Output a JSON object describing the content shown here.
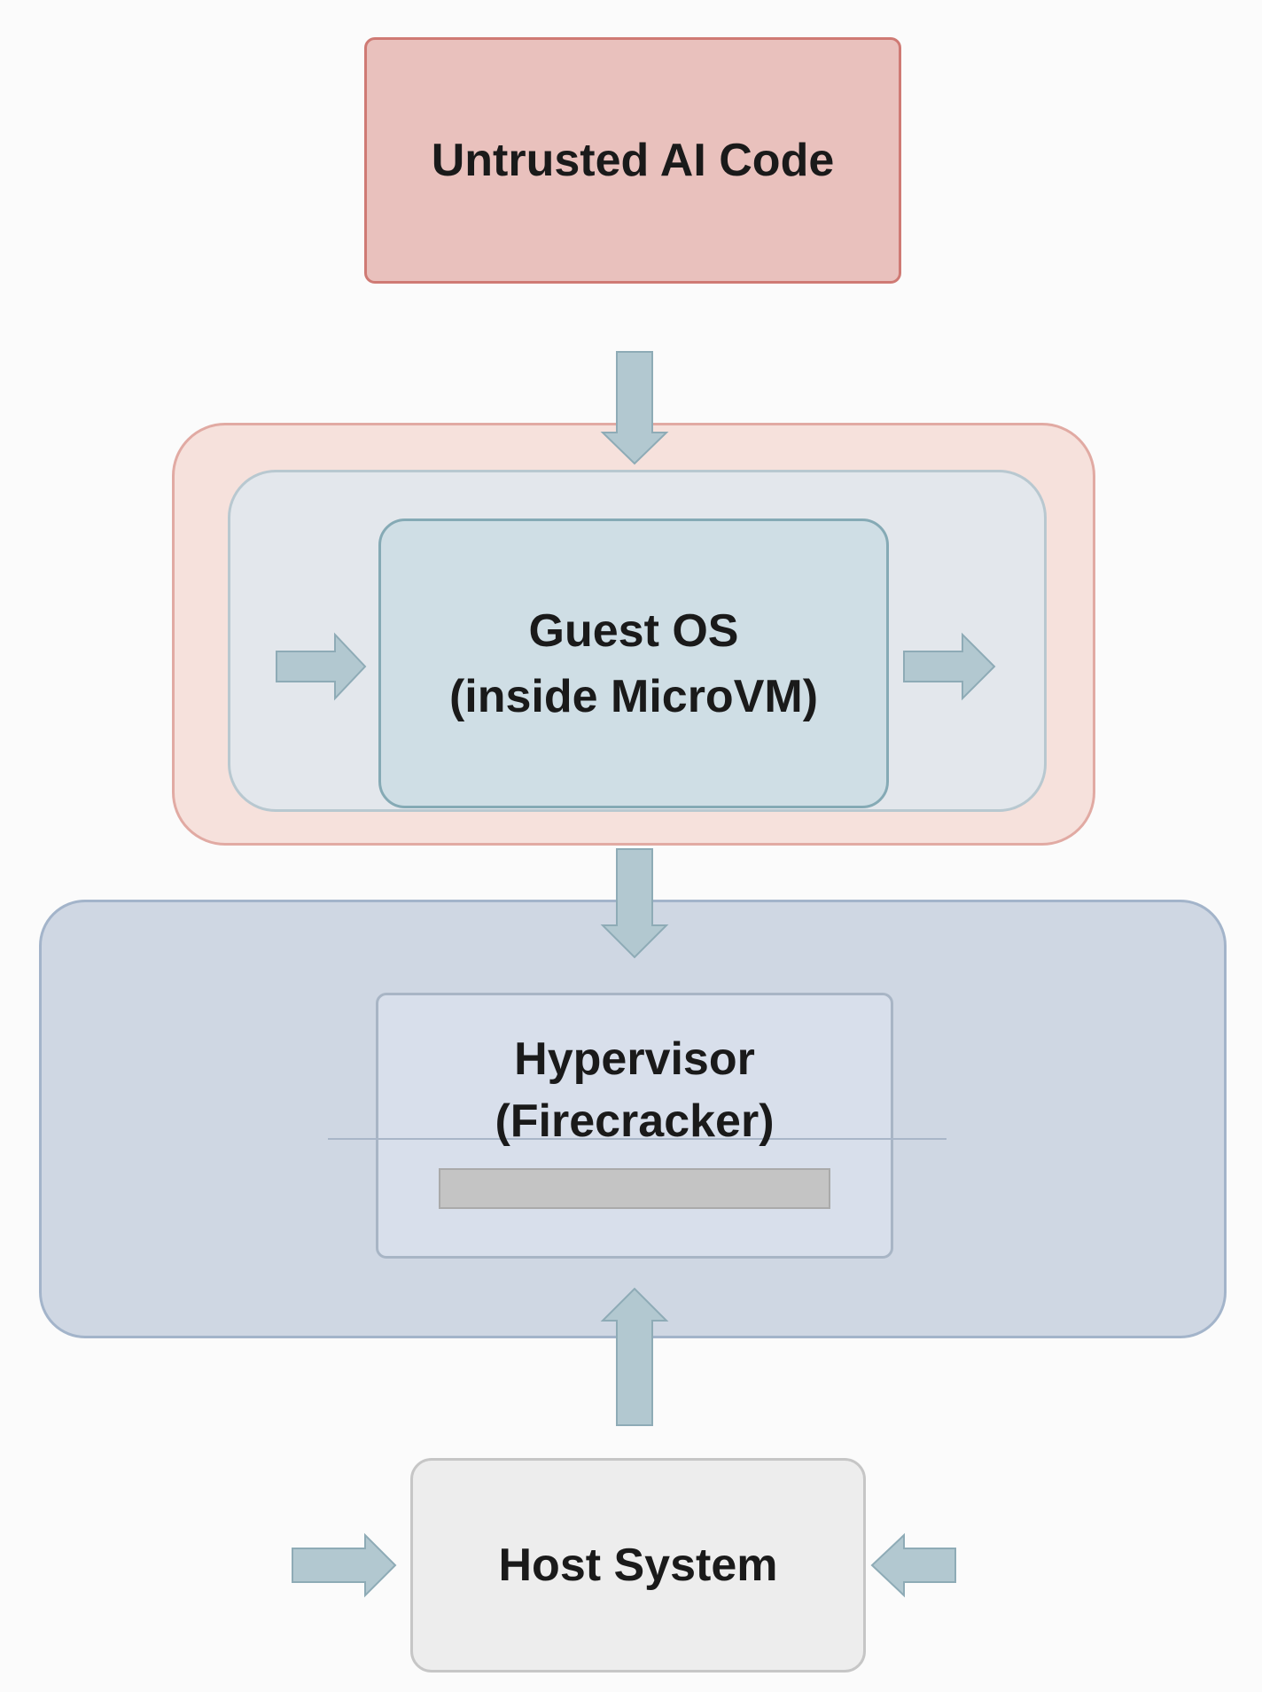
{
  "diagram": {
    "untrusted": {
      "label": "Untrusted AI Code"
    },
    "guest": {
      "line1": "Guest OS",
      "line2": "(inside MicroVM)"
    },
    "hypervisor": {
      "line1": "Hypervisor",
      "line2": "(Firecracker)"
    },
    "host": {
      "label": "Host System"
    }
  },
  "colors": {
    "untrusted_fill": "#e9c1bd",
    "sandbox_frame": "#f6e1dc",
    "guest_fill": "#cfdee5",
    "hypervisor_frame": "#cfd7e3",
    "host_fill": "#ededed",
    "arrow_fill": "#b2c8d0"
  }
}
